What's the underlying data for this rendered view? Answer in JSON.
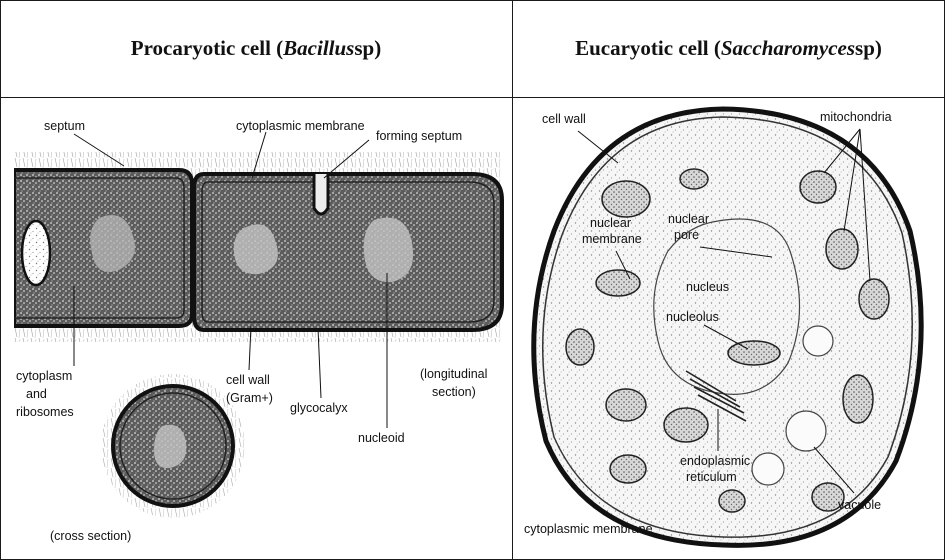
{
  "headers": {
    "left": {
      "prefix": "Procaryotic cell (",
      "italic": "Bacillus",
      "suffix": " sp)"
    },
    "right": {
      "prefix": "Eucaryotic cell (",
      "italic": "Saccharomyces",
      "suffix": " sp)"
    }
  },
  "prokaryote_labels": {
    "septum": "septum",
    "cytoplasmic_membrane": "cytoplasmic membrane",
    "forming_septum": "forming septum",
    "cytoplasm_1": "cytoplasm",
    "cytoplasm_2": "and",
    "cytoplasm_3": "ribosomes",
    "cell_wall_1": "cell wall",
    "cell_wall_2": "(Gram+)",
    "glycocalyx": "glycocalyx",
    "nucleoid": "nucleoid",
    "longitudinal_1": "(longitudinal",
    "longitudinal_2": "section)",
    "cross_section": "(cross section)"
  },
  "eukaryote_labels": {
    "cell_wall": "cell wall",
    "mitochondria": "mitochondria",
    "nuclear_membrane_1": "nuclear",
    "nuclear_membrane_2": "membrane",
    "nuclear_pore_1": "nuclear",
    "nuclear_pore_2": "pore",
    "nucleus": "nucleus",
    "nucleolus": "nucleolus",
    "endoplasmic_1": "endoplasmic",
    "endoplasmic_2": "reticulum",
    "vacuole": "vacuole",
    "cytoplasmic_membrane": "cytoplasmic membrane"
  }
}
